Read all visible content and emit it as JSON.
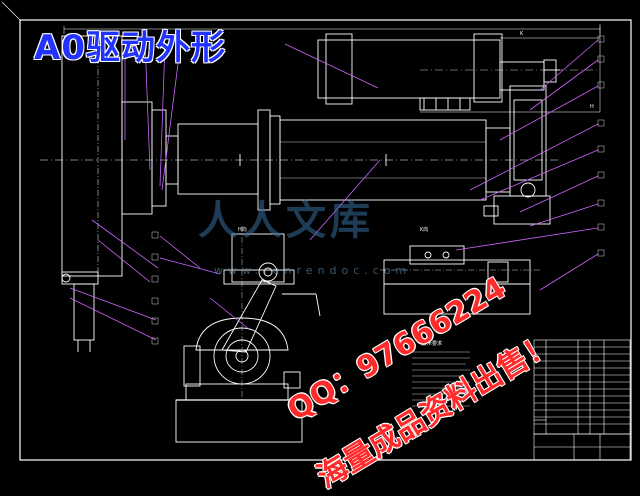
{
  "drawing": {
    "title": "A0驱动外形",
    "view_label_a": "H向",
    "view_label_b": "K向",
    "view_label_c": "K",
    "view_label_d": "H",
    "tech_requirements_title": "技术要求"
  },
  "watermark": {
    "logo_text": "人人文库",
    "url_text": "www.renrendoc.com"
  },
  "promo": {
    "qq_line": "QQ：97666224",
    "sale_line": "海量成品资料出售！"
  },
  "colors": {
    "background": "#000000",
    "lines": "#ffffff",
    "leaders": "#cc66ff",
    "title": "#2233ff",
    "promo": "#ff2a2a",
    "watermark": "#3a6e9e"
  }
}
